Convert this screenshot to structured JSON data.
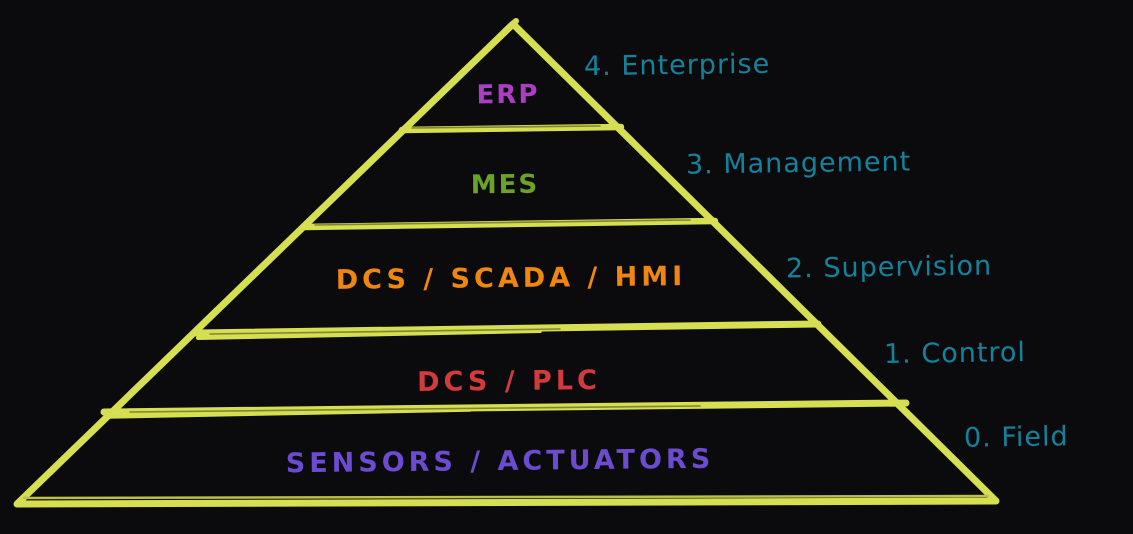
{
  "canvas": {
    "background": "#0b0b0d"
  },
  "pyramid": {
    "outline_color": "#d6de52",
    "side_label_color": "#15819a",
    "levels": [
      {
        "number": "4",
        "label": "4. Enterprise",
        "inside": "ERP",
        "inside_color": "#ab3fc4"
      },
      {
        "number": "3",
        "label": "3. Management",
        "inside": "MES",
        "inside_color": "#6ba329"
      },
      {
        "number": "2",
        "label": "2. Supervision",
        "inside": "DCS / SCADA / HMI",
        "inside_color": "#ef860f"
      },
      {
        "number": "1",
        "label": "1. Control",
        "inside": "DCS / PLC",
        "inside_color": "#d23a3e"
      },
      {
        "number": "0",
        "label": "0. Field",
        "inside": "SENSORS / ACTUATORS",
        "inside_color": "#6c4bd0"
      }
    ]
  }
}
